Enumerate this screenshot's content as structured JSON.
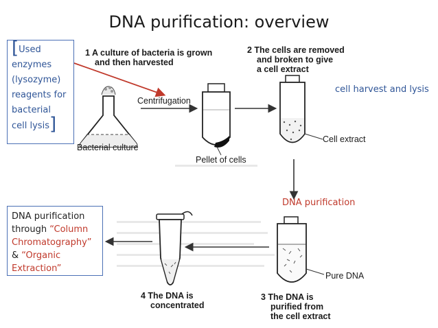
{
  "title": "DNA purification: overview",
  "callout_left": {
    "open_bracket": "[",
    "lines": [
      "Used",
      "enzymes",
      "(lysozyme)",
      "reagents for",
      "bacterial",
      "cell lysis"
    ],
    "close_bracket": "]"
  },
  "callout_bottom": {
    "line1": "DNA purification",
    "line2a": "through ",
    "line2b": "“Column",
    "line3": "Chromatography”",
    "line4a": "& ",
    "line4b": "“Organic",
    "line5": "Extraction”"
  },
  "steps": {
    "s1_line1": "1  A culture of bacteria is grown",
    "s1_line2": "and then harvested",
    "s2_line1": "2  The cells are removed",
    "s2_line2": "and broken to give",
    "s2_line3": "a cell extract",
    "s3_line1": "3  The DNA is",
    "s3_line2": "purified from",
    "s3_line3": "the cell extract",
    "s4_line1": "4  The DNA is",
    "s4_line2": "concentrated"
  },
  "labels": {
    "bacterial_culture": "Bacterial culture",
    "centrifugation": "Centrifugation",
    "pellet": "Pellet of cells",
    "cell_extract": "Cell extract",
    "pure_dna": "Pure DNA"
  },
  "notes": {
    "harvest_lysis": "cell harvest and lysis",
    "dna_purification": "DNA purification"
  },
  "colors": {
    "callout_border": "#4a6fb5",
    "callout_text": "#2f5597",
    "red_accent": "#c0392b"
  }
}
